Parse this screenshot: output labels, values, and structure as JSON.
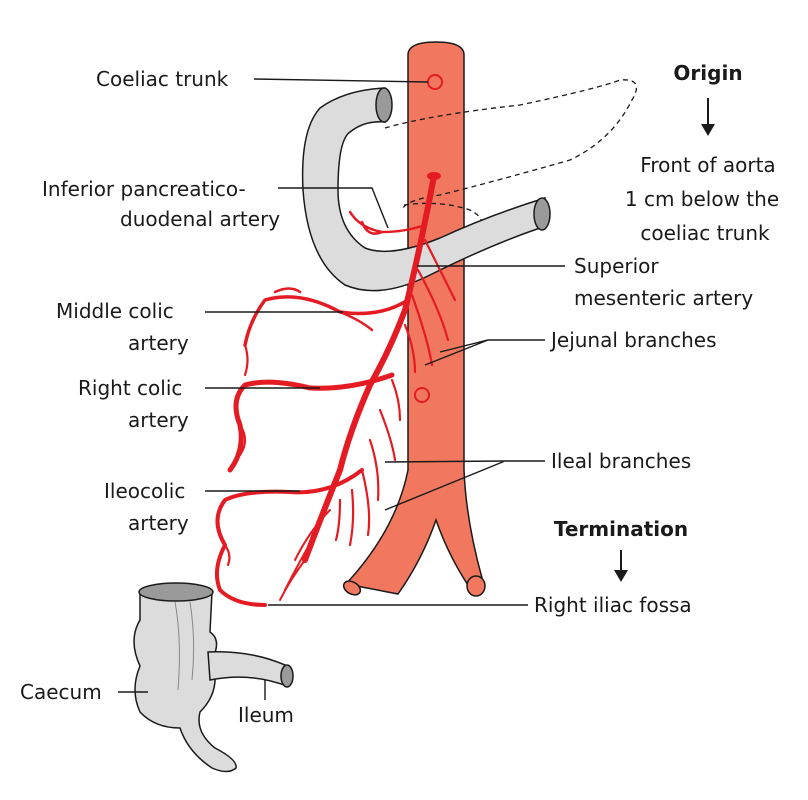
{
  "colors": {
    "aorta_fill": "#f1775f",
    "aorta_stroke": "#1a1a1a",
    "artery": "#e41b23",
    "gut_fill": "#dcdcdc",
    "gut_shade": "#9a9a9a"
  },
  "labels": {
    "coeliac_trunk": "Coeliac trunk",
    "inf_panc_1": "Inferior pancreatico-",
    "inf_panc_2": "duodenal artery",
    "middle_colic_1": "Middle colic",
    "middle_colic_2": "artery",
    "right_colic_1": "Right colic",
    "right_colic_2": "artery",
    "ileocolic_1": "Ileocolic",
    "ileocolic_2": "artery",
    "caecum": "Caecum",
    "ileum": "Ileum",
    "sma_1": "Superior",
    "sma_2": "mesenteric artery",
    "jejunal": "Jejunal branches",
    "ileal": "Ileal branches",
    "right_iliac_fossa": "Right iliac fossa"
  },
  "origin": {
    "heading": "Origin",
    "line1": "Front of aorta",
    "line2": "1 cm below the",
    "line3": "coeliac trunk"
  },
  "termination": {
    "heading": "Termination"
  }
}
